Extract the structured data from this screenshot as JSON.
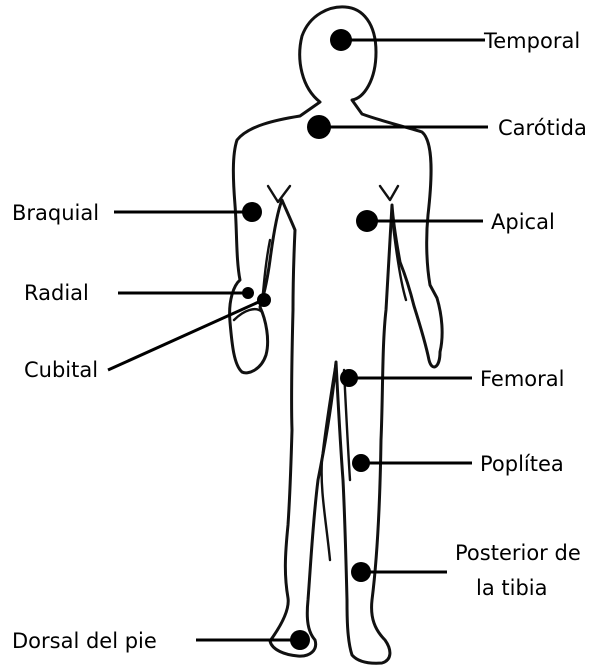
{
  "diagram": {
    "pulse_points": [
      {
        "id": "temporal",
        "label": "Temporal"
      },
      {
        "id": "carotida",
        "label": "Carótida"
      },
      {
        "id": "braquial",
        "label": "Braquial"
      },
      {
        "id": "apical",
        "label": "Apical"
      },
      {
        "id": "radial",
        "label": "Radial"
      },
      {
        "id": "cubital",
        "label": "Cubital"
      },
      {
        "id": "femoral",
        "label": "Femoral"
      },
      {
        "id": "poplitea",
        "label": "Poplítea"
      },
      {
        "id": "tibia",
        "label_line1": "Posterior de",
        "label_line2": "la tibia"
      },
      {
        "id": "dorsal",
        "label": "Dorsal del pie"
      }
    ]
  }
}
